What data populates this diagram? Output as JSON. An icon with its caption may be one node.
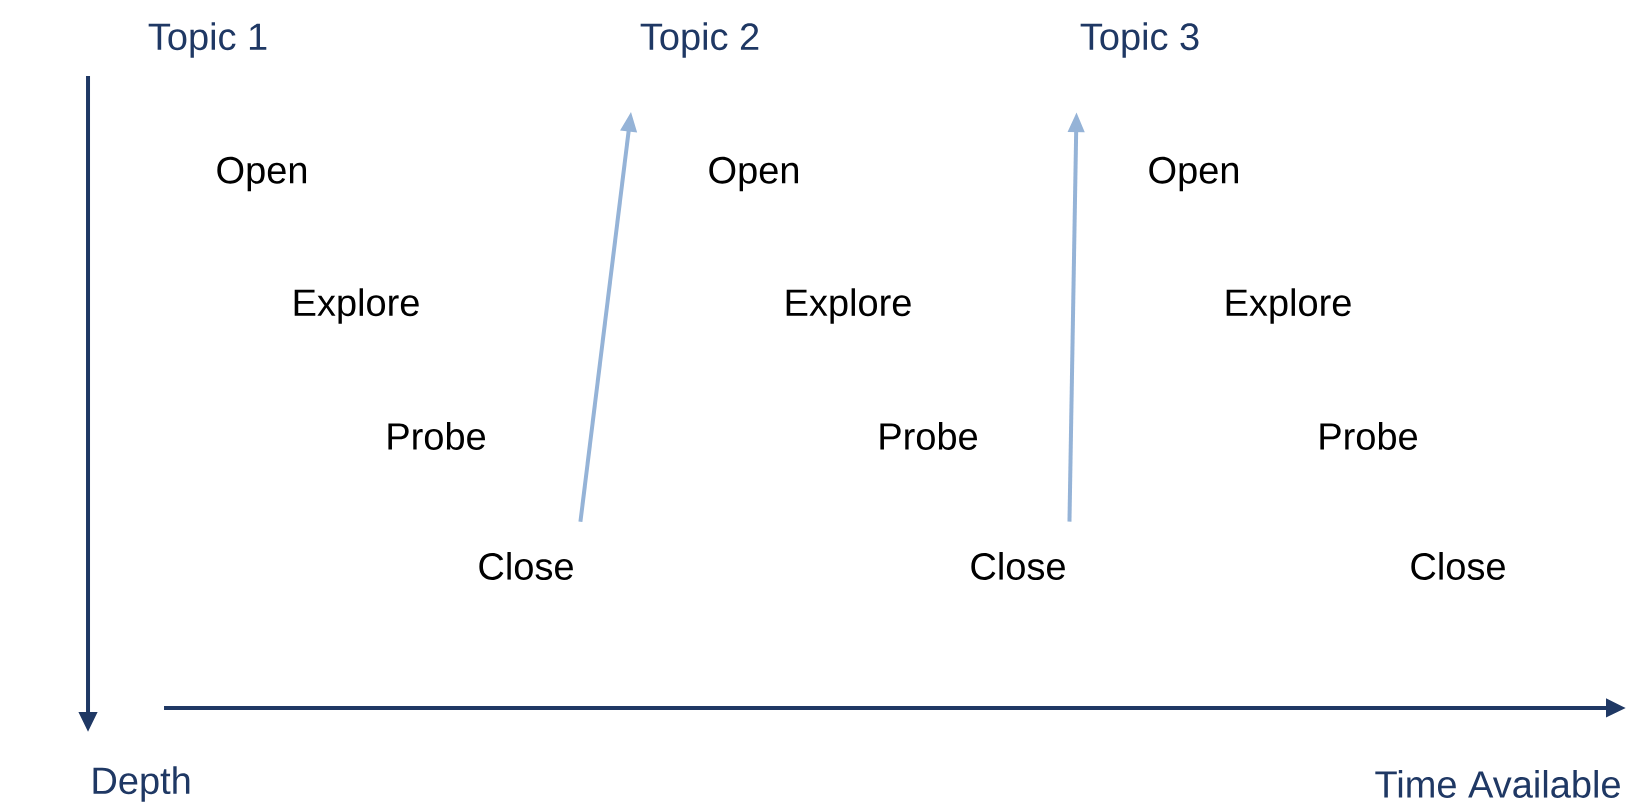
{
  "diagram": {
    "nodes": [
      {
        "text": [
          "Topic 1"
        ]
      },
      {
        "text": [
          "Open"
        ]
      },
      {
        "text": [
          "Explore"
        ]
      },
      {
        "text": [
          "Probe"
        ]
      },
      {
        "text": [
          "Close"
        ]
      },
      {
        "text": [
          "Topic 2"
        ]
      },
      {
        "text": [
          "Open"
        ]
      },
      {
        "text": [
          "Explore"
        ]
      },
      {
        "text": [
          "Probe"
        ]
      },
      {
        "text": [
          "Close"
        ]
      },
      {
        "text": [
          "Topic 3"
        ]
      },
      {
        "text": [
          "Open"
        ]
      },
      {
        "text": [
          "Explore"
        ]
      },
      {
        "text": [
          "Probe"
        ]
      },
      {
        "text": [
          "Close"
        ]
      }
    ],
    "edges": [
      {
        "from": 4,
        "to": 5,
        "arrow": "to"
      },
      {
        "from": 9,
        "to": 10,
        "arrow": "to"
      }
    ],
    "labels": [
      "Depth",
      "Time Available"
    ]
  }
}
